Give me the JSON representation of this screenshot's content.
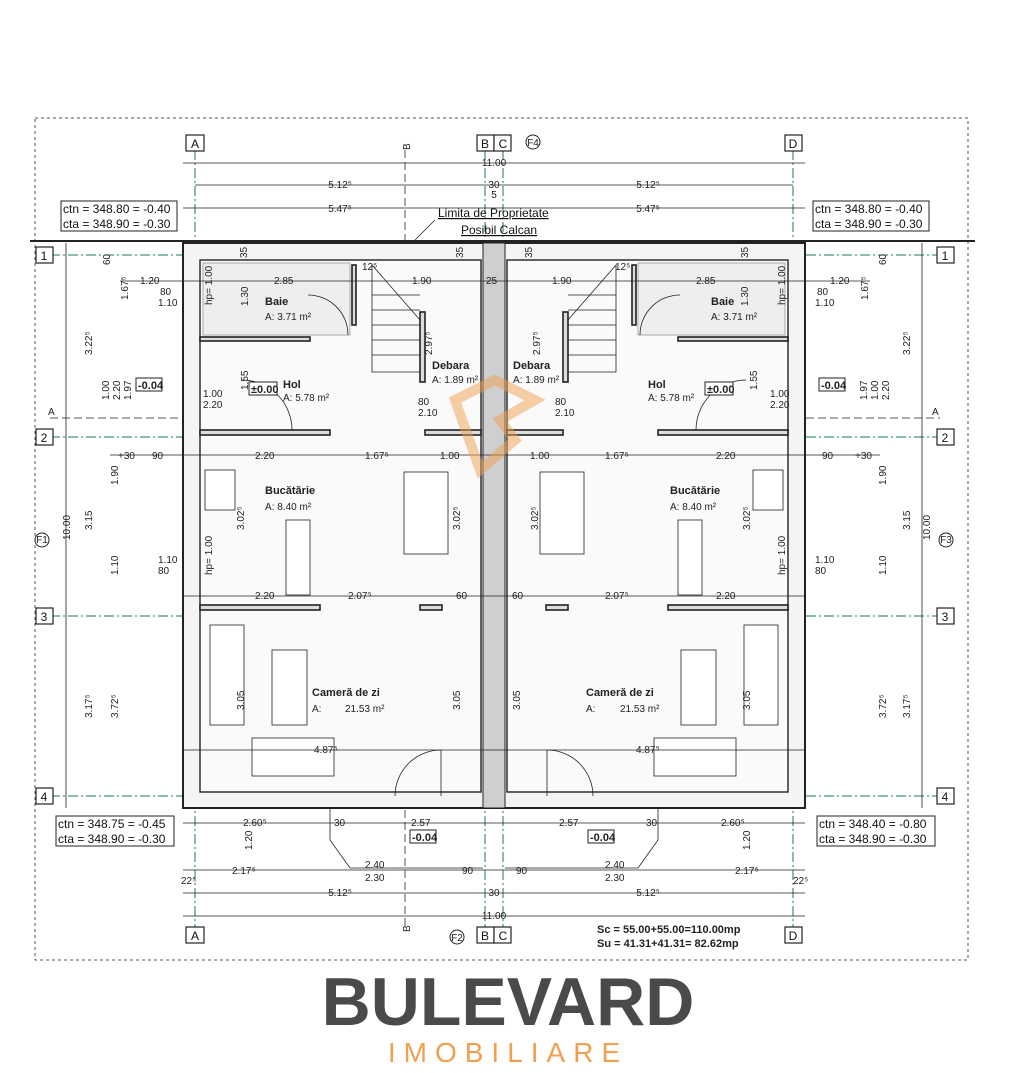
{
  "grid_axes": {
    "columns": [
      "A",
      "B",
      "C",
      "D"
    ],
    "rows": [
      "1",
      "2",
      "3",
      "4"
    ],
    "section_mark": "B",
    "section_mark_side": "A",
    "facades": [
      "F4",
      "F2",
      "F1",
      "F3"
    ]
  },
  "property_limit": {
    "line1": "Limita de Proprietate",
    "line2": "Posibil Calcan"
  },
  "levels": {
    "top_left": [
      "ctn = 348.80 = -0.40",
      "cta = 348.90 = -0.30"
    ],
    "top_right": [
      "ctn = 348.80 = -0.40",
      "cta = 348.90 = -0.30"
    ],
    "bottom_left": [
      "ctn = 348.75 = -0.45",
      "cta = 348.90 = -0.30"
    ],
    "bottom_right": [
      "ctn = 348.40 = -0.80",
      "cta = 348.90 = -0.30"
    ],
    "floor": "±0.00",
    "exterior": "-0.04"
  },
  "dimensions": {
    "overall": "11.00",
    "half": "5.12⁵",
    "party_wall": "30",
    "half_ext": "5.47⁵",
    "five": "5",
    "depth": "10.00",
    "h315": "3.15",
    "h322": "3.22⁵",
    "h317": "3.17⁵",
    "h372": "3.72⁵",
    "h190": "1.90",
    "h110": "1.10",
    "h80": "80",
    "h60": "60",
    "h167": "1.67⁵",
    "h100": "1.00",
    "h220": "2.20",
    "h197": "1.97",
    "h120": "1.20",
    "bath_w": "2.85",
    "stair_w": "1.90",
    "win_w": "1.20",
    "w25": "25",
    "w35": "35",
    "w12": "12⁵",
    "k220": "2.20",
    "k167": "1.67⁵",
    "k100": "1.00",
    "k207": "2.07⁵",
    "k60": "60",
    "k302": "3.02⁵",
    "l305": "3.05",
    "l487": "4.87⁵",
    "h297": "2.97⁵",
    "h130": "1.30",
    "h155": "1.55",
    "t260": "2.60⁵",
    "t257": "2.57",
    "t30": "30",
    "t90": "90",
    "t240": "2.40",
    "t230": "2.30",
    "t217": "2.17⁵",
    "t22": "22⁵",
    "p30": "+30",
    "p90": "90",
    "door_a": "1.00",
    "door_b": "2.20",
    "win_a": "80",
    "win_b": "1.10",
    "win_k": "1.10",
    "d80": "80",
    "d210": "2.10",
    "hp": "hp= 1.00"
  },
  "rooms": [
    {
      "name": "Baie",
      "area": "A: 3.71 m²"
    },
    {
      "name": "Hol",
      "area": "A: 5.78 m²"
    },
    {
      "name": "Debara",
      "area": "A: 1.89 m²"
    },
    {
      "name": "Bucătărie",
      "area": "A:    8.40 m²"
    },
    {
      "name": "Cameră de zi",
      "area_prefix": "A:",
      "area": "21.53 m²"
    }
  ],
  "surfaces": {
    "sc": "Sc = 55.00+55.00=110.00mp",
    "su": "Su = 41.31+41.31=  82.62mp"
  },
  "watermark": {
    "brand": "BULEVARD",
    "sub": "IMOBILIARE",
    "color_dark": "#4a4a4a",
    "color_accent": "#f0a050"
  }
}
